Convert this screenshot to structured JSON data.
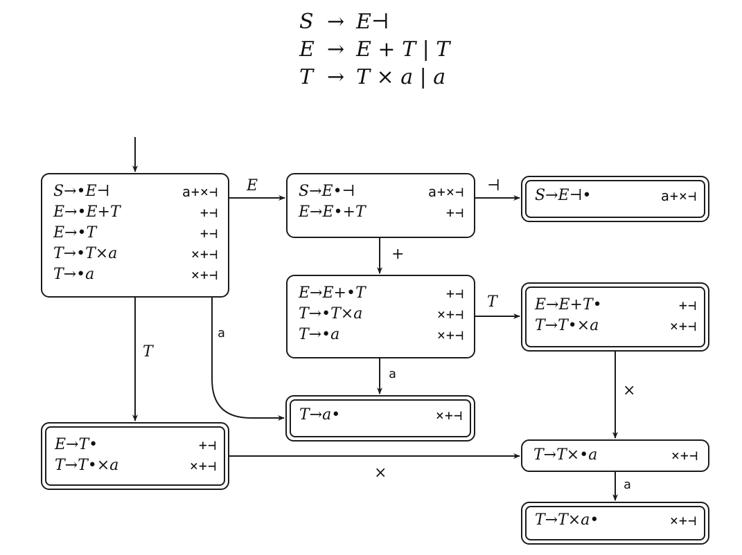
{
  "grammar": [
    {
      "lhs": "S",
      "arrow": "→",
      "rhs": "E⊣"
    },
    {
      "lhs": "E",
      "arrow": "→",
      "rhs": "E + T | T"
    },
    {
      "lhs": "T",
      "arrow": "→",
      "rhs": "T × a | a"
    }
  ],
  "states": {
    "s0": [
      {
        "prod": "S→•E⊣",
        "la": "a+×⊣"
      },
      {
        "prod": "E→•E+T",
        "la": "+⊣"
      },
      {
        "prod": "E→•T",
        "la": "+⊣"
      },
      {
        "prod": "T→•T×a",
        "la": "×+⊣"
      },
      {
        "prod": "T→•a",
        "la": "×+⊣"
      }
    ],
    "s1": [
      {
        "prod": "S→E•⊣",
        "la": "a+×⊣"
      },
      {
        "prod": "E→E•+T",
        "la": "+⊣"
      }
    ],
    "s2": [
      {
        "prod": "S→E⊣•",
        "la": "a+×⊣"
      }
    ],
    "s3": [
      {
        "prod": "E→E+•T",
        "la": "+⊣"
      },
      {
        "prod": "T→•T×a",
        "la": "×+⊣"
      },
      {
        "prod": "T→•a",
        "la": "×+⊣"
      }
    ],
    "s4": [
      {
        "prod": "E→E+T•",
        "la": "+⊣"
      },
      {
        "prod": "T→T•×a",
        "la": "×+⊣"
      }
    ],
    "s5": [
      {
        "prod": "T→a•",
        "la": "×+⊣"
      }
    ],
    "s6": [
      {
        "prod": "E→T•",
        "la": "+⊣"
      },
      {
        "prod": "T→T•×a",
        "la": "×+⊣"
      }
    ],
    "s7": [
      {
        "prod": "T→T×•a",
        "la": "×+⊣"
      }
    ],
    "s8": [
      {
        "prod": "T→T×a•",
        "la": "×+⊣"
      }
    ]
  },
  "edges": {
    "e01": "E",
    "e12": "⊣",
    "e13": "+",
    "e34": "T",
    "e35": "a",
    "e06": "T",
    "e05": "a",
    "e47": "×",
    "e67": "×",
    "e78": "a"
  }
}
